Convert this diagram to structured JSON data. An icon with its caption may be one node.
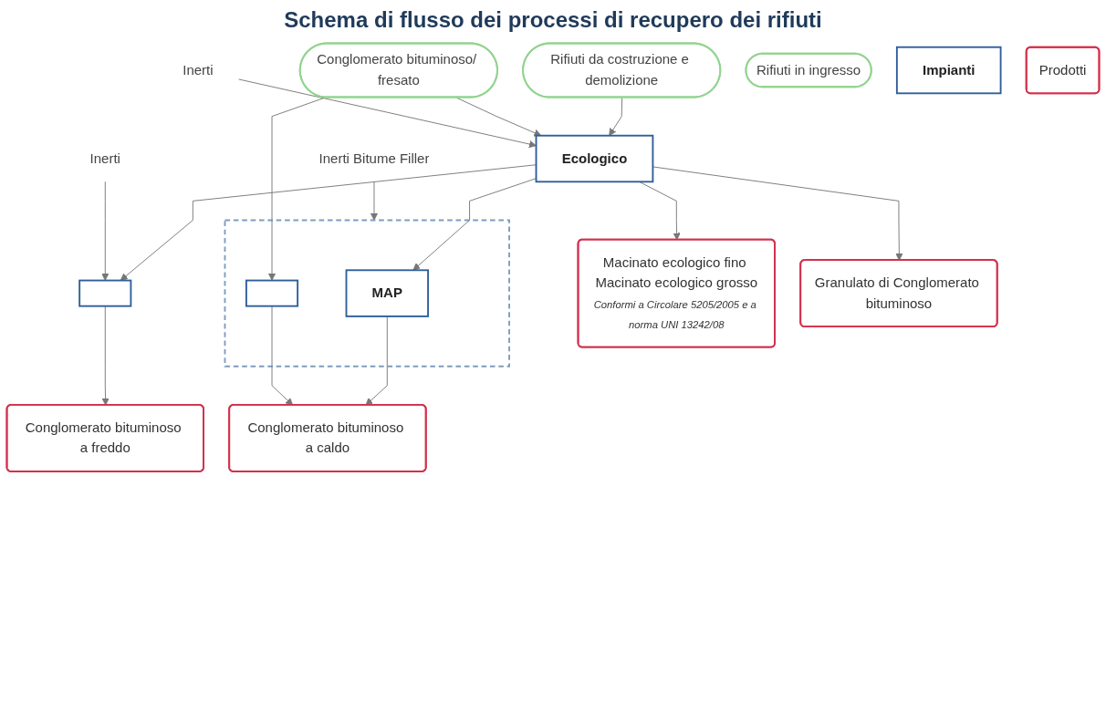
{
  "diagram": {
    "title": "Schema di flusso dei processi di recupero dei rifiuti",
    "nodes": [
      {
        "text": [
          "Rifiuti in ingresso"
        ]
      },
      {
        "text": [
          "Rifiuti da costruzione e demolizione"
        ]
      },
      {
        "text": [
          "Conglomerato bituminoso/ fresato"
        ]
      },
      {
        "text": [
          "Inerti"
        ]
      },
      {
        "text": [
          "Inerti"
        ]
      },
      {
        "text": [
          "Inerti Bitume Filler"
        ]
      },
      {
        "text": [
          "Impianti"
        ]
      },
      {
        "text": [
          "Ecologico"
        ]
      },
      {
        "text": [],
        "shape": "box"
      },
      {
        "text": [],
        "shape": "box"
      },
      {
        "text": [
          "MAP"
        ],
        "in": 9
      },
      {
        "text": [],
        "shape": "box",
        "in": 9
      },
      {
        "text": [
          "Prodotti"
        ]
      },
      {
        "text": [
          "Macinato ecologico fino Macinato ecologico grosso",
          "Conformi a Circolare 5205/2005 e a norma UNI 13242/08"
        ]
      },
      {
        "text": [
          "Granulato di Conglomerato bituminoso"
        ]
      },
      {
        "text": [
          "Conglomerato bituminoso a freddo"
        ]
      },
      {
        "text": [
          "Conglomerato bituminoso a caldo"
        ]
      }
    ],
    "edges": [
      {
        "from": 1,
        "to": 7,
        "arrow": "to"
      },
      {
        "from": 2,
        "to": 7,
        "arrow": "to"
      },
      {
        "from": 3,
        "to": 7,
        "arrow": "to"
      },
      {
        "from": 7,
        "to": 8,
        "arrow": "to"
      },
      {
        "from": 4,
        "to": 8,
        "arrow": "to"
      },
      {
        "from": 7,
        "to": 10,
        "arrow": "to"
      },
      {
        "from": 2,
        "to": 11,
        "arrow": "to"
      },
      {
        "from": 5,
        "to": 9,
        "arrow": "to"
      },
      {
        "from": 7,
        "to": 13,
        "arrow": "to"
      },
      {
        "from": 7,
        "to": 14,
        "arrow": "to"
      },
      {
        "from": 8,
        "to": 15,
        "arrow": "to"
      },
      {
        "from": 10,
        "to": 16,
        "arrow": "to"
      },
      {
        "from": 11,
        "to": 16,
        "arrow": "to"
      }
    ]
  }
}
